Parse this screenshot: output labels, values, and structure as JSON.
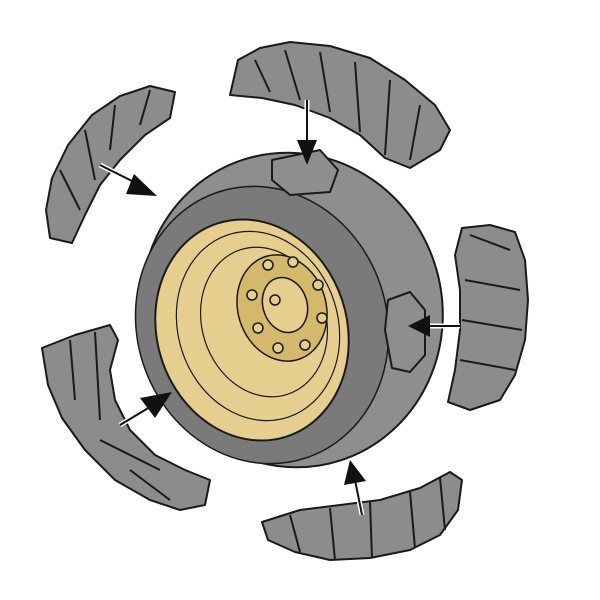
{
  "illustration": {
    "subject": "tire-tread-segments-exploded-view",
    "colors": {
      "background": "#ffffff",
      "tire": "#8e8e8e",
      "tire_shadow": "#7a7a7a",
      "tread": "#8c8c8c",
      "rim": "#e6cf8e",
      "rim_shadow": "#d4b96c",
      "outline": "#1a1a1a",
      "arrow": "#111111",
      "arrow_tail": "#ffffff"
    },
    "segment_count": 5,
    "arrow_count": 5
  }
}
